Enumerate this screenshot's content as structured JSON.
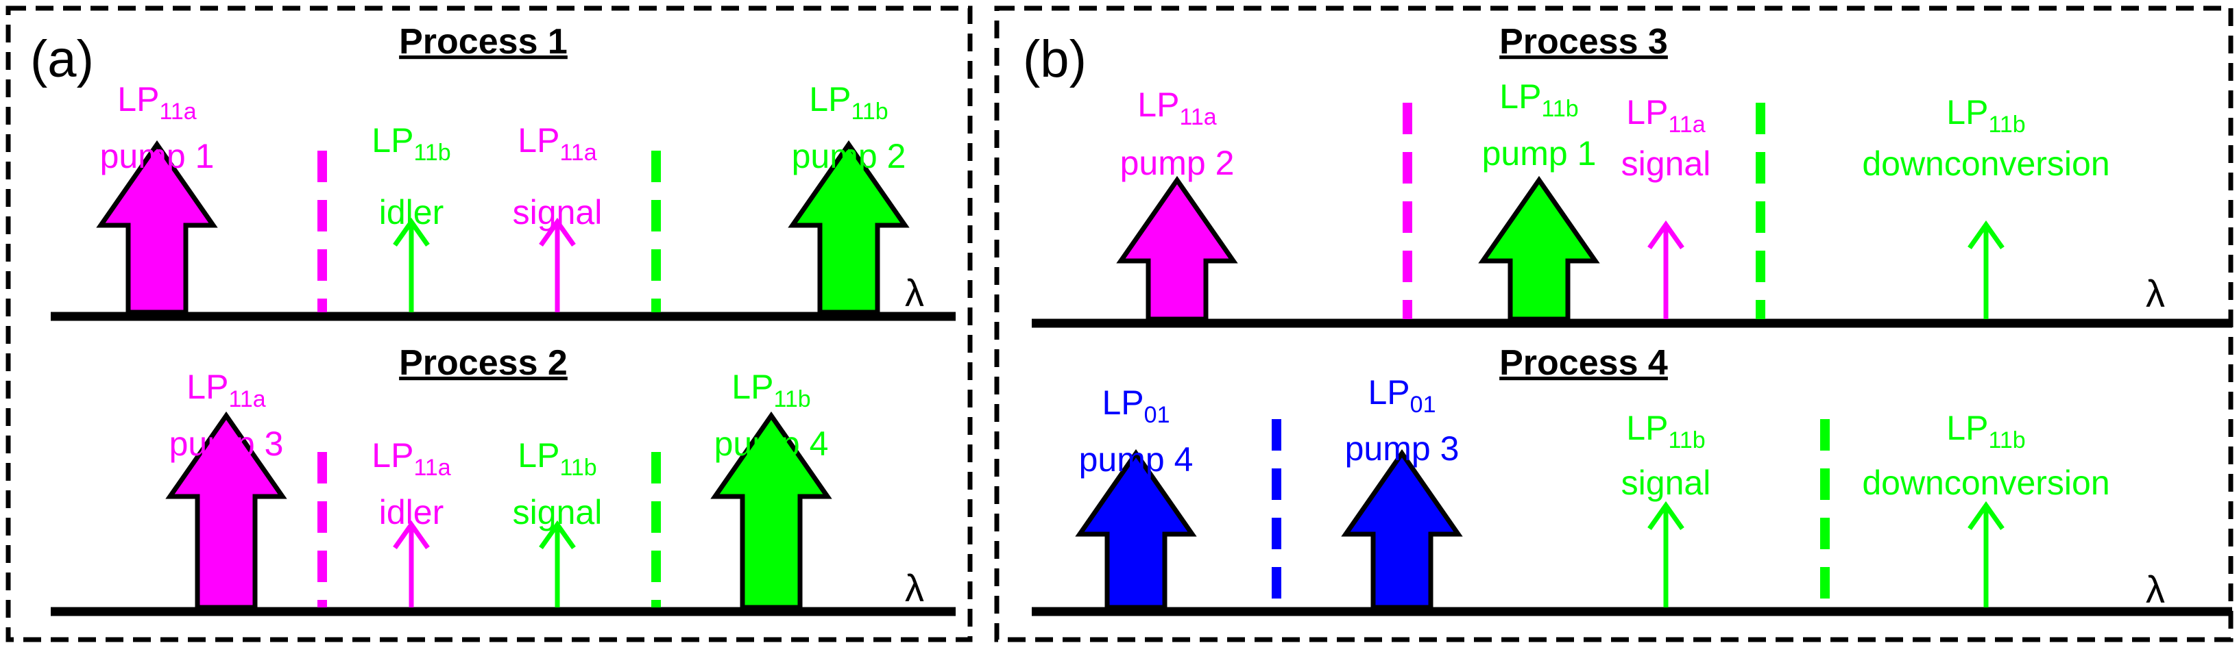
{
  "colors": {
    "magenta": "#FF00FF",
    "green": "#00FF00",
    "blue": "#0000FF",
    "black": "#000000"
  },
  "panels": [
    {
      "label": "(a)",
      "processes": [
        {
          "title": "Process 1",
          "axis_symbol": "λ",
          "items": [
            {
              "kind": "pump",
              "color": "magenta",
              "mode": "LP",
              "mode_sub": "11a",
              "name": "pump 1"
            },
            {
              "kind": "dashed",
              "color": "magenta"
            },
            {
              "kind": "probe",
              "color": "green",
              "mode": "LP",
              "mode_sub": "11b",
              "name": "idler"
            },
            {
              "kind": "probe",
              "color": "magenta",
              "mode": "LP",
              "mode_sub": "11a",
              "name": "signal"
            },
            {
              "kind": "dashed",
              "color": "green"
            },
            {
              "kind": "pump",
              "color": "green",
              "mode": "LP",
              "mode_sub": "11b",
              "name": "pump 2"
            }
          ]
        },
        {
          "title": "Process 2",
          "axis_symbol": "λ",
          "items": [
            {
              "kind": "pump",
              "color": "magenta",
              "mode": "LP",
              "mode_sub": "11a",
              "name": "pump 3"
            },
            {
              "kind": "dashed",
              "color": "magenta"
            },
            {
              "kind": "probe",
              "color": "magenta",
              "mode": "LP",
              "mode_sub": "11a",
              "name": "idler"
            },
            {
              "kind": "probe",
              "color": "green",
              "mode": "LP",
              "mode_sub": "11b",
              "name": "signal"
            },
            {
              "kind": "dashed",
              "color": "green"
            },
            {
              "kind": "pump",
              "color": "green",
              "mode": "LP",
              "mode_sub": "11b",
              "name": "pump 4"
            }
          ]
        }
      ]
    },
    {
      "label": "(b)",
      "processes": [
        {
          "title": "Process 3",
          "axis_symbol": "λ",
          "items": [
            {
              "kind": "pump",
              "color": "magenta",
              "mode": "LP",
              "mode_sub": "11a",
              "name": "pump 2"
            },
            {
              "kind": "dashed",
              "color": "magenta"
            },
            {
              "kind": "pump",
              "color": "green",
              "mode": "LP",
              "mode_sub": "11b",
              "name": "pump 1"
            },
            {
              "kind": "probe",
              "color": "magenta",
              "mode": "LP",
              "mode_sub": "11a",
              "name": "signal"
            },
            {
              "kind": "dashed",
              "color": "green"
            },
            {
              "kind": "probe",
              "color": "green",
              "mode": "LP",
              "mode_sub": "11b",
              "name": "downconversion"
            }
          ]
        },
        {
          "title": "Process 4",
          "axis_symbol": "λ",
          "items": [
            {
              "kind": "pump",
              "color": "blue",
              "mode": "LP",
              "mode_sub": "01",
              "name": "pump 4"
            },
            {
              "kind": "dashed",
              "color": "blue"
            },
            {
              "kind": "pump",
              "color": "blue",
              "mode": "LP",
              "mode_sub": "01",
              "name": "pump 3"
            },
            {
              "kind": "probe",
              "color": "green",
              "mode": "LP",
              "mode_sub": "11b",
              "name": "signal"
            },
            {
              "kind": "dashed",
              "color": "green"
            },
            {
              "kind": "probe",
              "color": "green",
              "mode": "LP",
              "mode_sub": "11b",
              "name": "downconversion"
            }
          ]
        }
      ]
    }
  ]
}
